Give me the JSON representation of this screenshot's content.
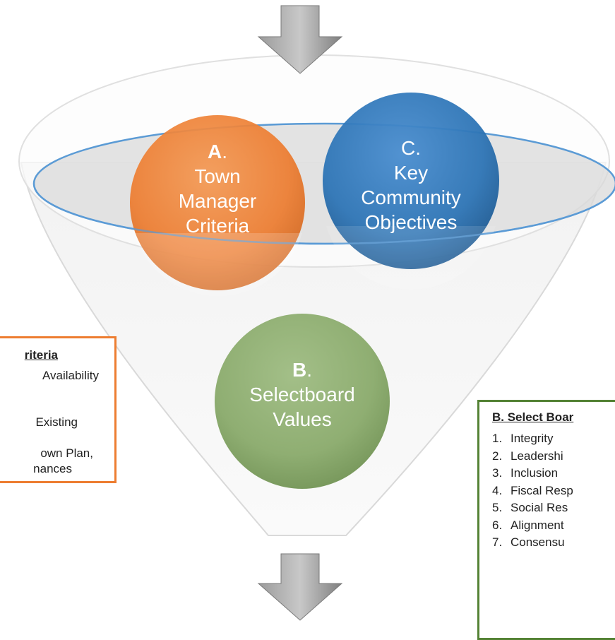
{
  "circles": {
    "a": {
      "letter": "A",
      "punct": ".",
      "lines": [
        "Town",
        "Manager",
        "Criteria"
      ]
    },
    "c": {
      "letter": "C.",
      "lines": [
        "Key",
        "Community",
        "Objectives"
      ]
    },
    "b": {
      "letter": "B",
      "punct": ".",
      "lines": [
        "Selectboard",
        "Values"
      ]
    }
  },
  "left_box": {
    "title": "riteria",
    "lines": [
      "Availability",
      "",
      "",
      "Existing",
      "",
      "own Plan,",
      "nances"
    ]
  },
  "right_box": {
    "title": "B. Select Boar",
    "items": [
      {
        "num": "1.",
        "text": "Integrity"
      },
      {
        "num": "2.",
        "text": "Leadershi"
      },
      {
        "num": "3.",
        "text": "Inclusion"
      },
      {
        "num": "4.",
        "text": "Fiscal Resp"
      },
      {
        "num": "5.",
        "text": "Social Res"
      },
      {
        "num": "6.",
        "text": "Alignment"
      },
      {
        "num": "7.",
        "text": "Consensu"
      }
    ]
  },
  "colors": {
    "orange": "#ED7D31",
    "blue": "#2E75B6",
    "green": "#8FAE72",
    "arrow": "#8C8C8C",
    "funnel_outline": "#5B9BD5",
    "box_green": "#548235"
  }
}
